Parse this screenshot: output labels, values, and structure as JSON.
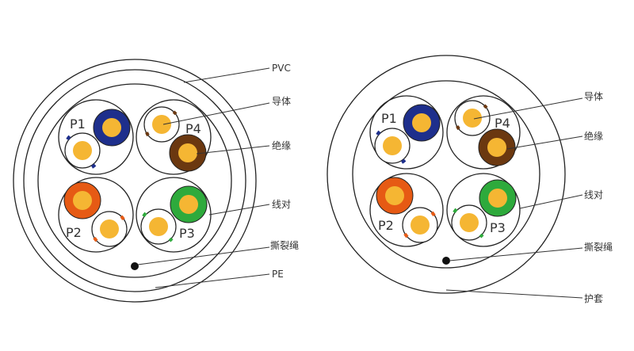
{
  "colors": {
    "blue": "#1e2f8c",
    "brown": "#6b3810",
    "orange": "#e65a14",
    "green": "#2eaa3c",
    "conductor": "#f5b633",
    "outline": "#222222"
  },
  "cable_left": {
    "labels": {
      "outer_sheath": "PVC",
      "conductor": "导体",
      "insulation": "绝缘",
      "pair": "线对",
      "rip_cord": "撕裂绳",
      "inner_sheath": "PE"
    },
    "pairs": [
      "P1",
      "P4",
      "P2",
      "P3"
    ]
  },
  "cable_right": {
    "labels": {
      "conductor": "导体",
      "insulation": "绝缘",
      "pair": "线对",
      "rip_cord": "撕裂绳",
      "jacket": "护套"
    },
    "pairs": [
      "P1",
      "P4",
      "P2",
      "P3"
    ]
  }
}
